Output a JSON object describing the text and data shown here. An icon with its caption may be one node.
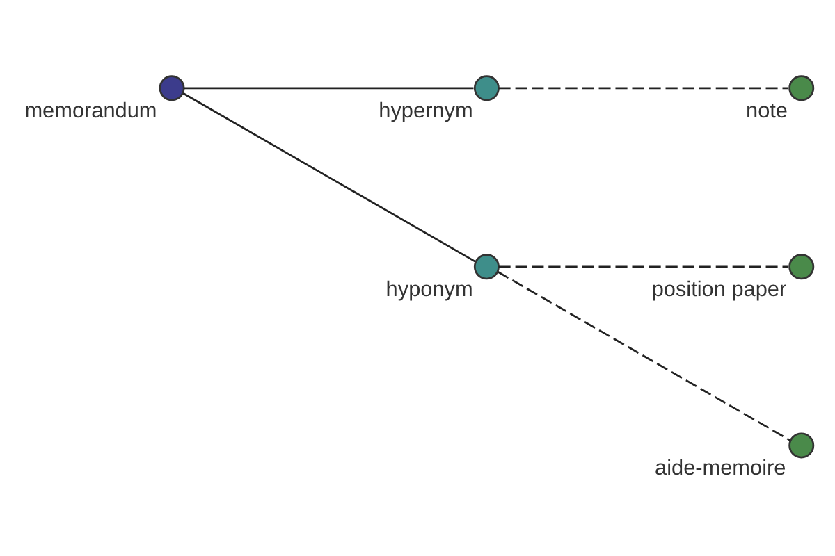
{
  "diagram": {
    "nodes": [
      {
        "text": [
          "memorandum"
        ]
      },
      {
        "text": [
          "hypernym"
        ]
      },
      {
        "text": [
          "note"
        ]
      },
      {
        "text": [
          "hyponym"
        ]
      },
      {
        "text": [
          "position paper"
        ]
      },
      {
        "text": [
          "aide-memoire"
        ]
      }
    ],
    "edges": [
      {
        "from": 0,
        "to": 1,
        "arrow": "none"
      },
      {
        "from": 0,
        "to": 3,
        "arrow": "none"
      },
      {
        "from": 1,
        "to": 2,
        "arrow": "none",
        "style": "dashed"
      },
      {
        "from": 3,
        "to": 4,
        "arrow": "none",
        "style": "dashed"
      },
      {
        "from": 3,
        "to": 5,
        "arrow": "none",
        "style": "dashed"
      }
    ]
  }
}
